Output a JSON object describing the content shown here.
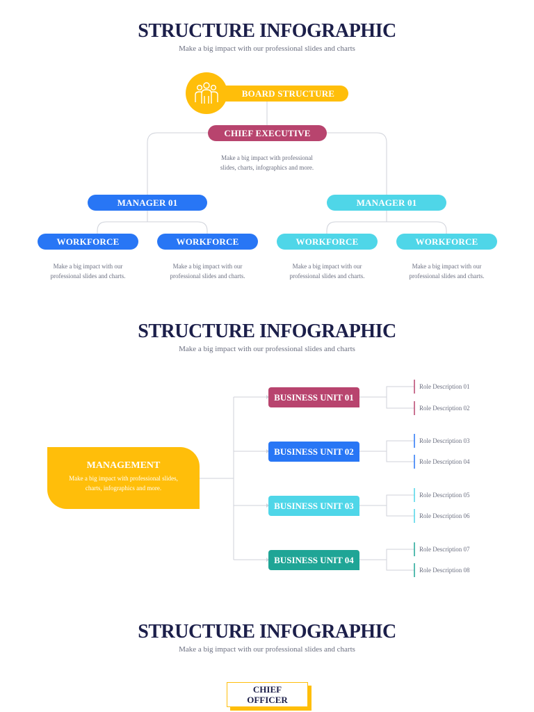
{
  "section1": {
    "title": "STRUCTURE INFOGRAPHIC",
    "subtitle": "Make a big impact with our professional slides and charts",
    "board": "BOARD STRUCTURE",
    "chief": "CHIEF EXECUTIVE",
    "chief_desc_1": "Make a big impact with professional",
    "chief_desc_2": "slides, charts, infographics and more.",
    "managers": [
      "MANAGER 01",
      "MANAGER 01"
    ],
    "workforce": [
      "WORKFORCE",
      "WORKFORCE",
      "WORKFORCE",
      "WORKFORCE"
    ],
    "workforce_desc_1": "Make a big impact with our",
    "workforce_desc_2": "professional slides and charts.",
    "colors": {
      "yellow": "#ffbe0a",
      "chief": "#b8446e",
      "blue": "#2876f5",
      "cyan": "#4fd6e8"
    }
  },
  "section2": {
    "title": "STRUCTURE INFOGRAPHIC",
    "subtitle": "Make a big impact with our professional slides and charts",
    "management": "MANAGEMENT",
    "management_desc_1": "Make a big impact with professional slides,",
    "management_desc_2": "charts, infographics and more.",
    "units": [
      {
        "label": "BUSINESS UNIT 01",
        "color": "#b8446e"
      },
      {
        "label": "BUSINESS UNIT 02",
        "color": "#2876f5"
      },
      {
        "label": "BUSINESS UNIT 03",
        "color": "#4fd6e8"
      },
      {
        "label": "BUSINESS UNIT 04",
        "color": "#1fa596"
      }
    ],
    "roles": [
      "Role Description 01",
      "Role Description 02",
      "Role Description 03",
      "Role Description 04",
      "Role Description 05",
      "Role Description 06",
      "Role Description 07",
      "Role Description 08"
    ]
  },
  "section3": {
    "title": "STRUCTURE INFOGRAPHIC",
    "subtitle": "Make a big impact with our professional slides and charts",
    "chief_officer_1": "CHIEF",
    "chief_officer_2": "OFFICER"
  }
}
